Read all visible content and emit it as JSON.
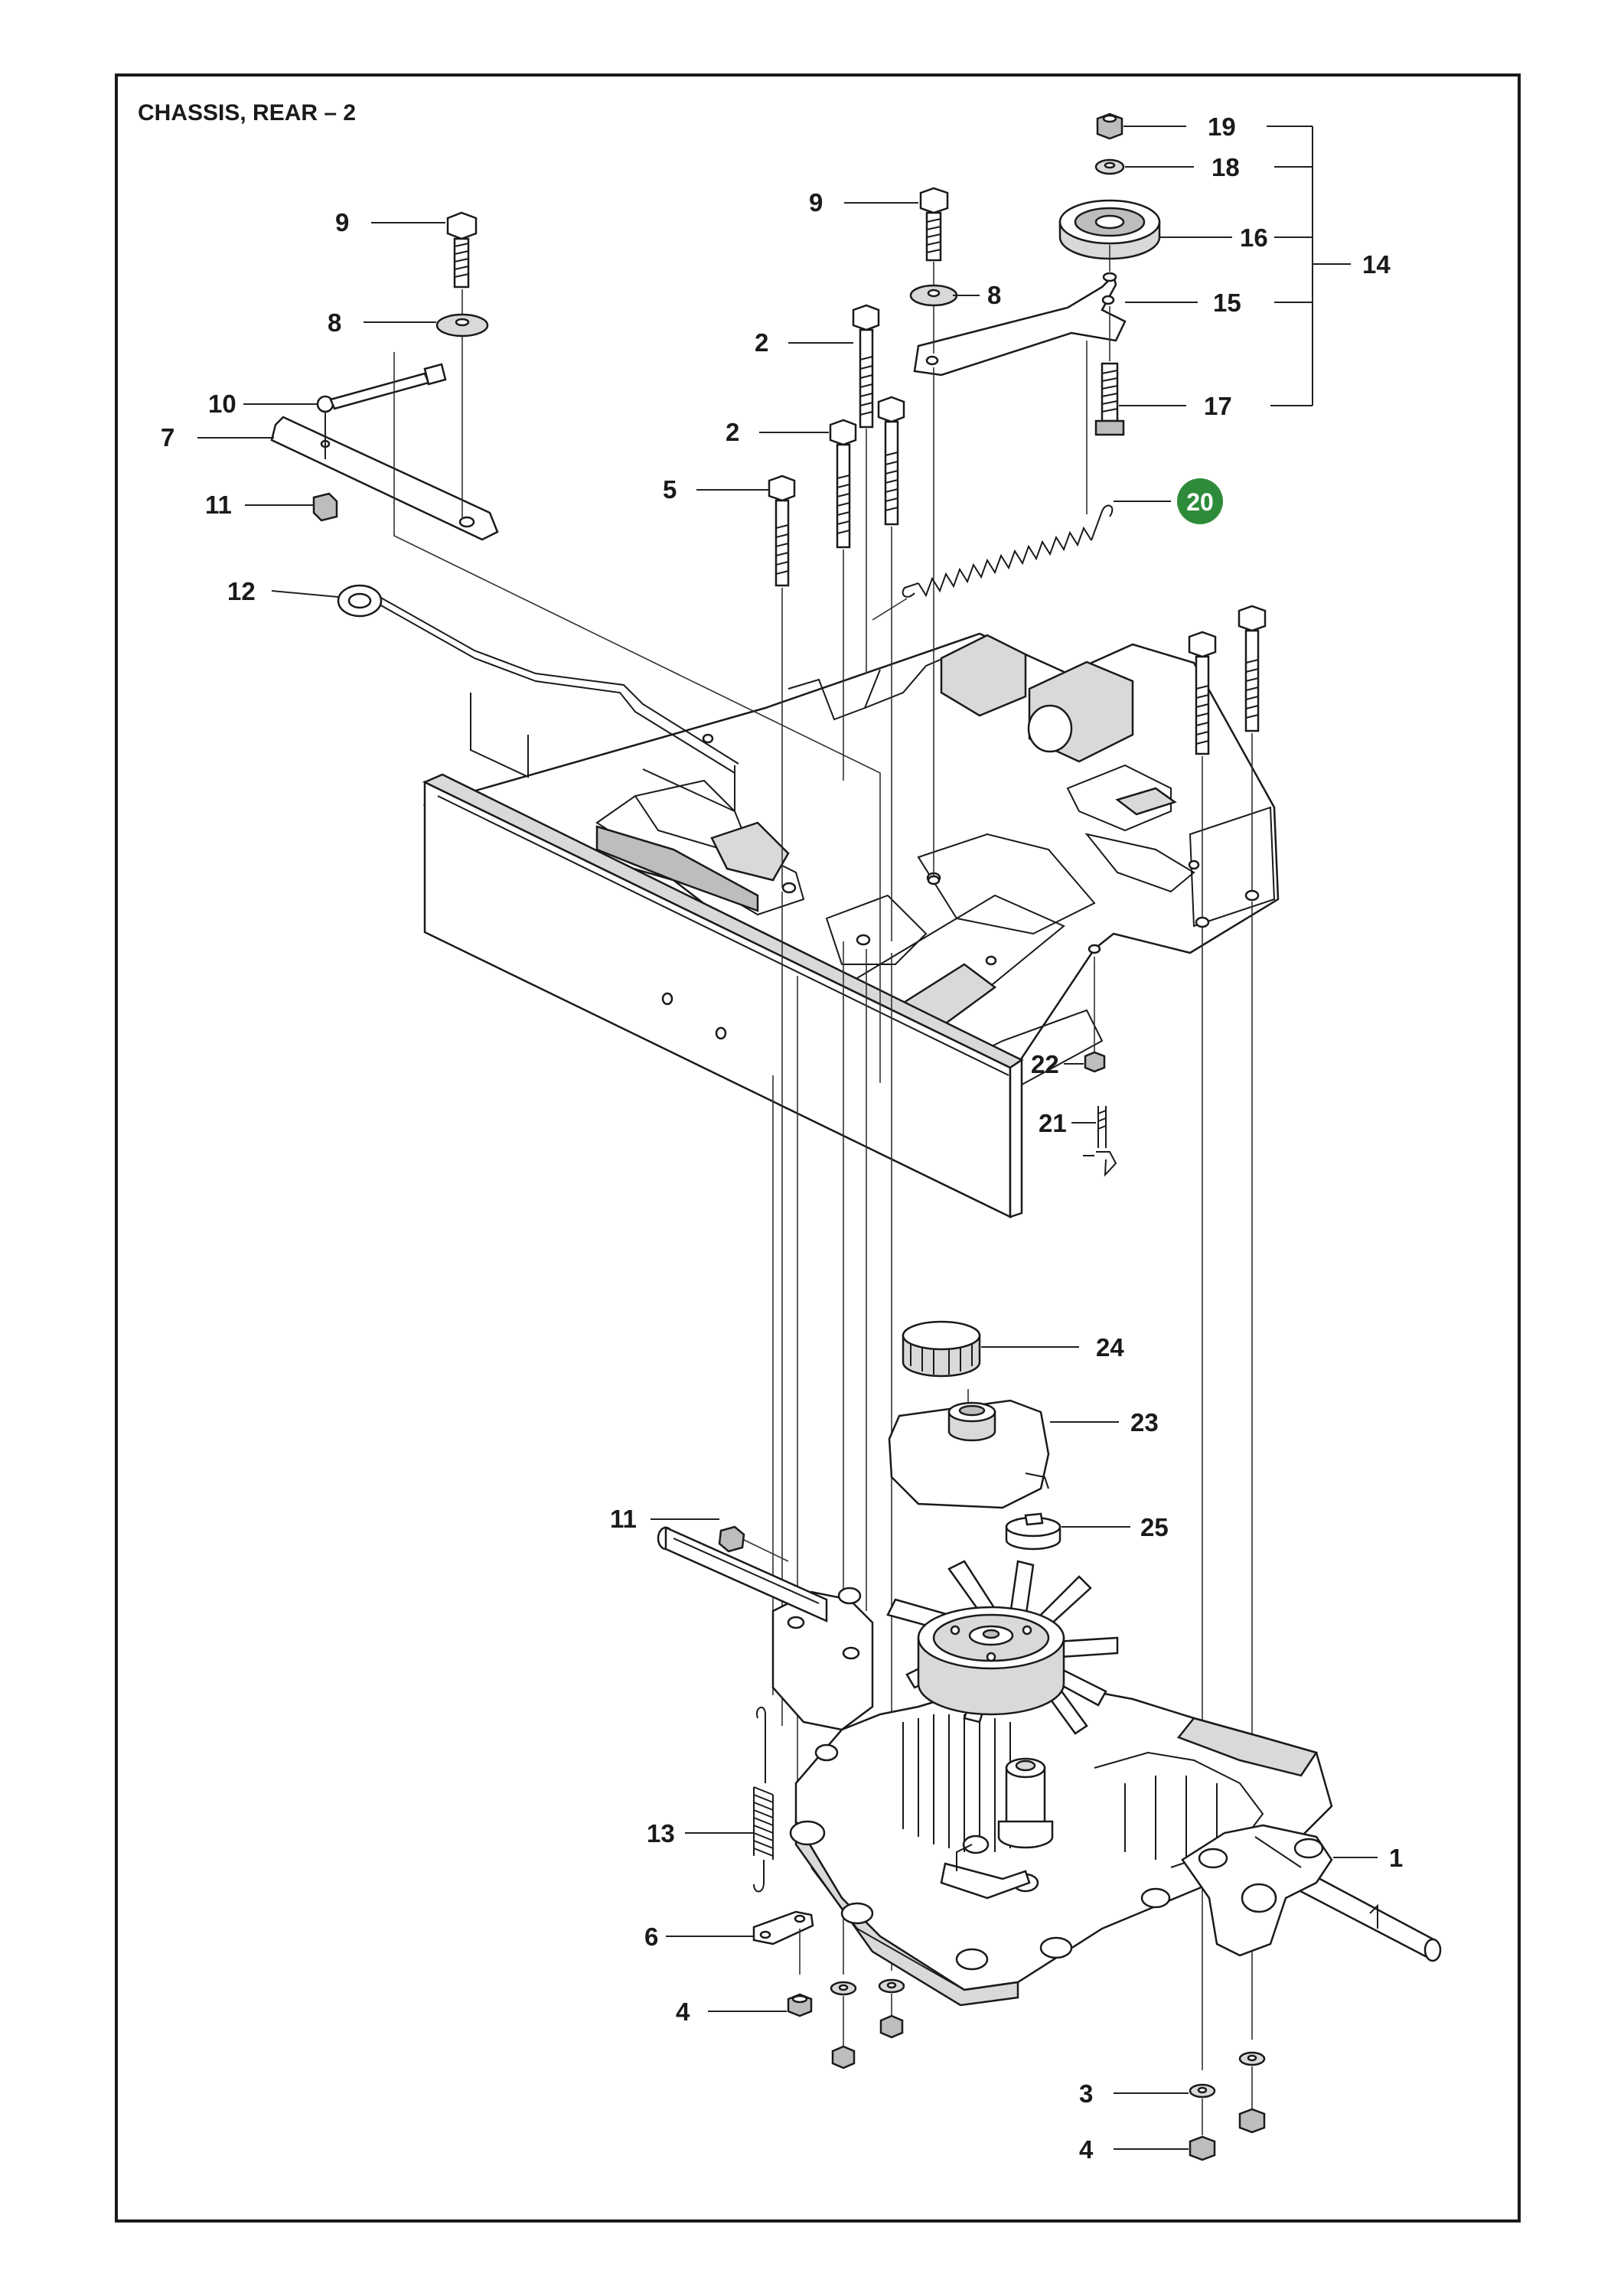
{
  "title": "CHASSIS, REAR – 2",
  "highlight": {
    "number": "20",
    "color": "#2e8b3a"
  },
  "labels": {
    "l1": "1",
    "l2a": "2",
    "l2b": "2",
    "l3": "3",
    "l4a": "4",
    "l4b": "4",
    "l5": "5",
    "l6": "6",
    "l7": "7",
    "l8a": "8",
    "l8b": "8",
    "l9a": "9",
    "l9b": "9",
    "l10": "10",
    "l11a": "11",
    "l11b": "11",
    "l12": "12",
    "l13": "13",
    "l14": "14",
    "l15": "15",
    "l16": "16",
    "l17": "17",
    "l18": "18",
    "l19": "19",
    "l21": "21",
    "l22": "22",
    "l23": "23",
    "l24": "24",
    "l25": "25"
  }
}
